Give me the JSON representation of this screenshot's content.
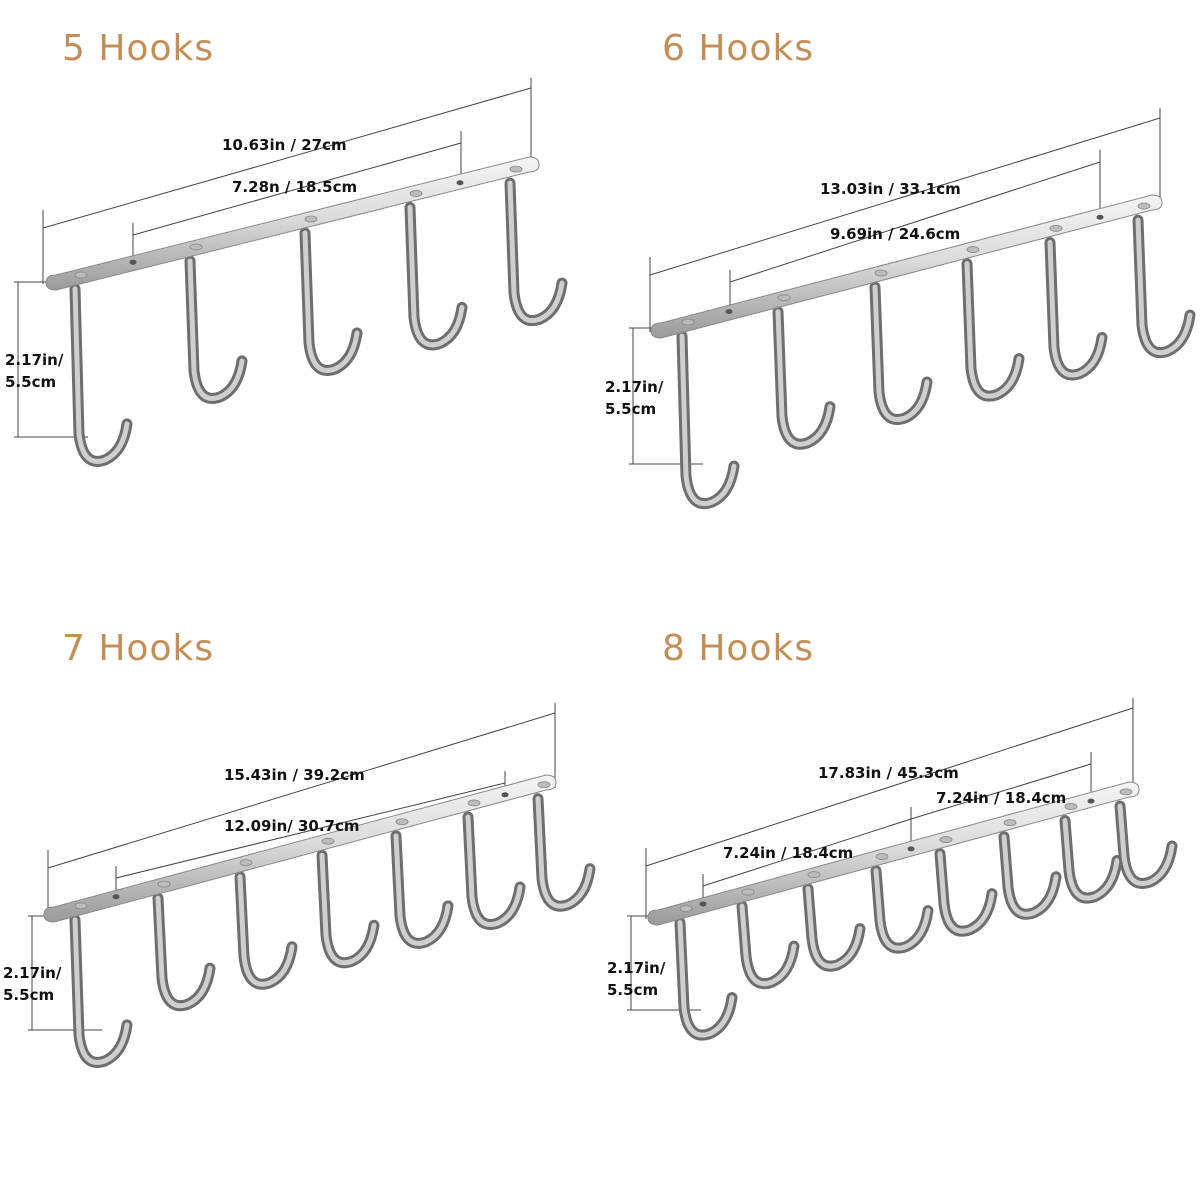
{
  "panels": [
    {
      "title": "5 Hooks",
      "hooks": 5,
      "overall": "10.63in / 27cm",
      "holes": "7.28n / 18.5cm",
      "height_in": "2.17in/",
      "height_cm": "5.5cm"
    },
    {
      "title": "6 Hooks",
      "hooks": 6,
      "overall": "13.03in / 33.1cm",
      "holes": "9.69in / 24.6cm",
      "height_in": "2.17in/",
      "height_cm": "5.5cm"
    },
    {
      "title": "7 Hooks",
      "hooks": 7,
      "overall": "15.43in / 39.2cm",
      "holes": "12.09in/ 30.7cm",
      "height_in": "2.17in/",
      "height_cm": "5.5cm"
    },
    {
      "title": "8 Hooks",
      "hooks": 8,
      "overall": "17.83in / 45.3cm",
      "holes": "7.24in / 18.4cm",
      "holes2": "7.24in / 18.4cm",
      "height_in": "2.17in/",
      "height_cm": "5.5cm"
    }
  ]
}
